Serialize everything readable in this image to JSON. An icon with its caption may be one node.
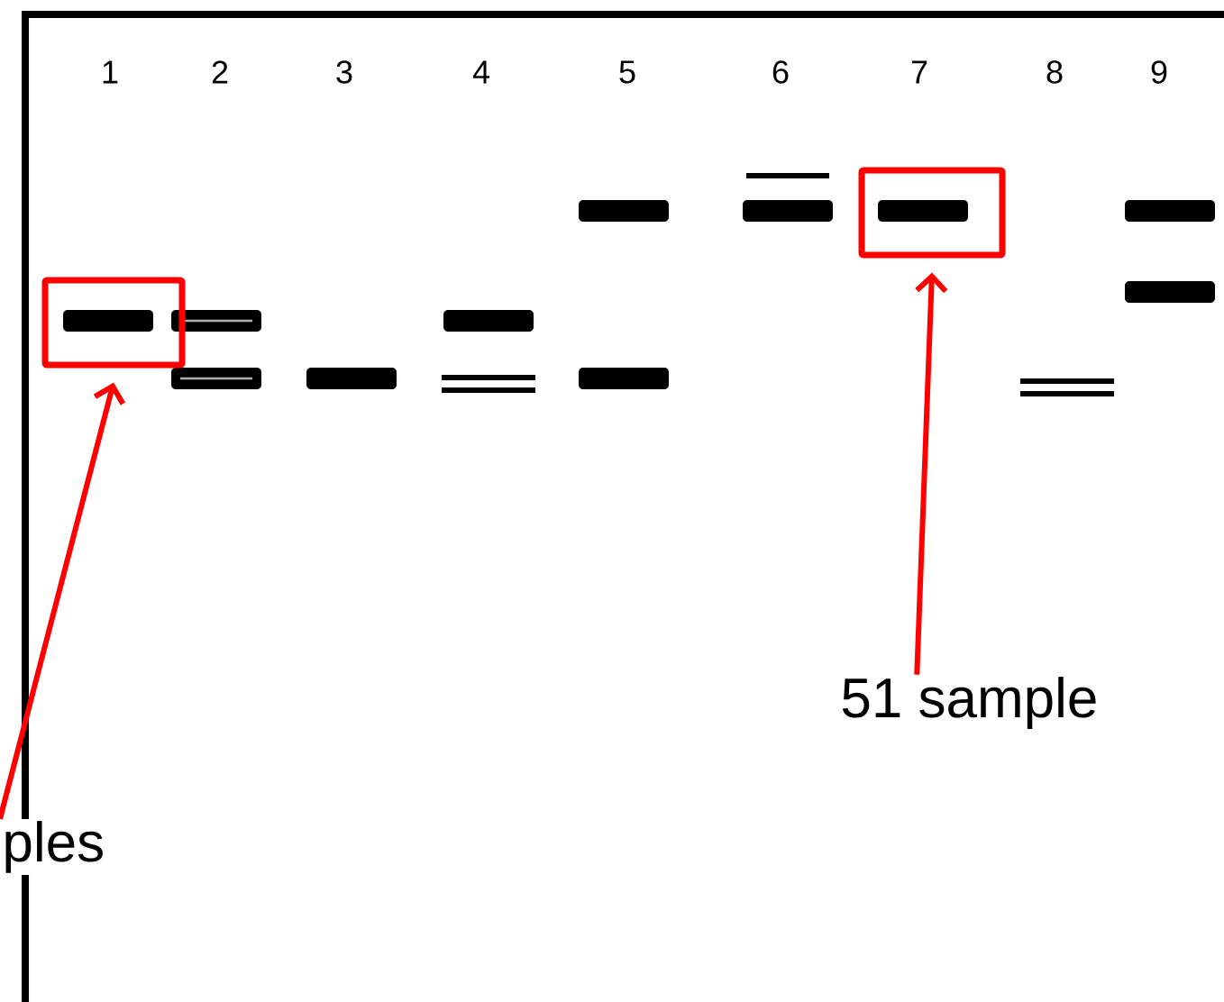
{
  "diagram": {
    "nodes": [
      {
        "text": [],
        "shape": "box"
      },
      {
        "text": [],
        "shape": "box"
      },
      {
        "text": [
          "ples"
        ]
      },
      {
        "text": [
          "51 sample"
        ]
      }
    ],
    "edges": [
      {
        "from": 2,
        "to": 0,
        "arrow": "to"
      },
      {
        "from": 3,
        "to": 1,
        "arrow": "to"
      }
    ],
    "labels": [
      "1",
      "2",
      "3",
      "4",
      "5",
      "6",
      "7",
      "8",
      "9"
    ]
  }
}
